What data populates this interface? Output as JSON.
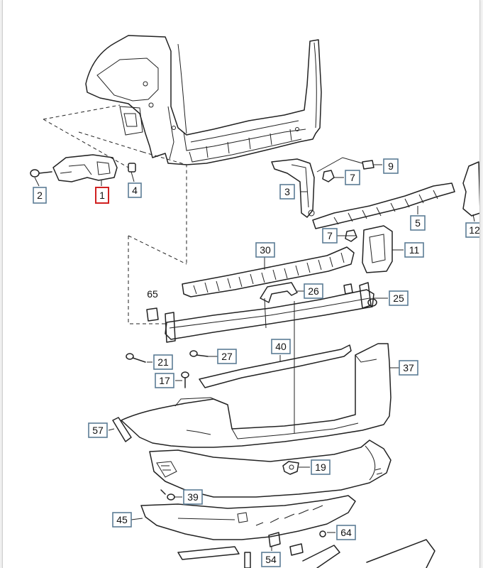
{
  "diagram": {
    "callouts": [
      {
        "id": "c1",
        "text": "1",
        "highlighted": true
      },
      {
        "id": "c2",
        "text": "2"
      },
      {
        "id": "c4",
        "text": "4"
      },
      {
        "id": "c9",
        "text": "9"
      },
      {
        "id": "c7a",
        "text": "7"
      },
      {
        "id": "c3",
        "text": "3"
      },
      {
        "id": "c5",
        "text": "5"
      },
      {
        "id": "c7b",
        "text": "7"
      },
      {
        "id": "c12",
        "text": "12"
      },
      {
        "id": "c30",
        "text": "30"
      },
      {
        "id": "c11",
        "text": "11"
      },
      {
        "id": "c26",
        "text": "26"
      },
      {
        "id": "c25",
        "text": "25"
      },
      {
        "id": "c21",
        "text": "21"
      },
      {
        "id": "c27",
        "text": "27"
      },
      {
        "id": "c40",
        "text": "40"
      },
      {
        "id": "c37",
        "text": "37"
      },
      {
        "id": "c17",
        "text": "17"
      },
      {
        "id": "c57",
        "text": "57"
      },
      {
        "id": "c19",
        "text": "19"
      },
      {
        "id": "c39",
        "text": "39"
      },
      {
        "id": "c45",
        "text": "45"
      },
      {
        "id": "c64",
        "text": "64"
      },
      {
        "id": "c54",
        "text": "54"
      }
    ],
    "plain_labels": [
      {
        "id": "p65",
        "text": "65"
      }
    ],
    "highlight_color": "#d02020",
    "box_color": "#5b7c95"
  }
}
